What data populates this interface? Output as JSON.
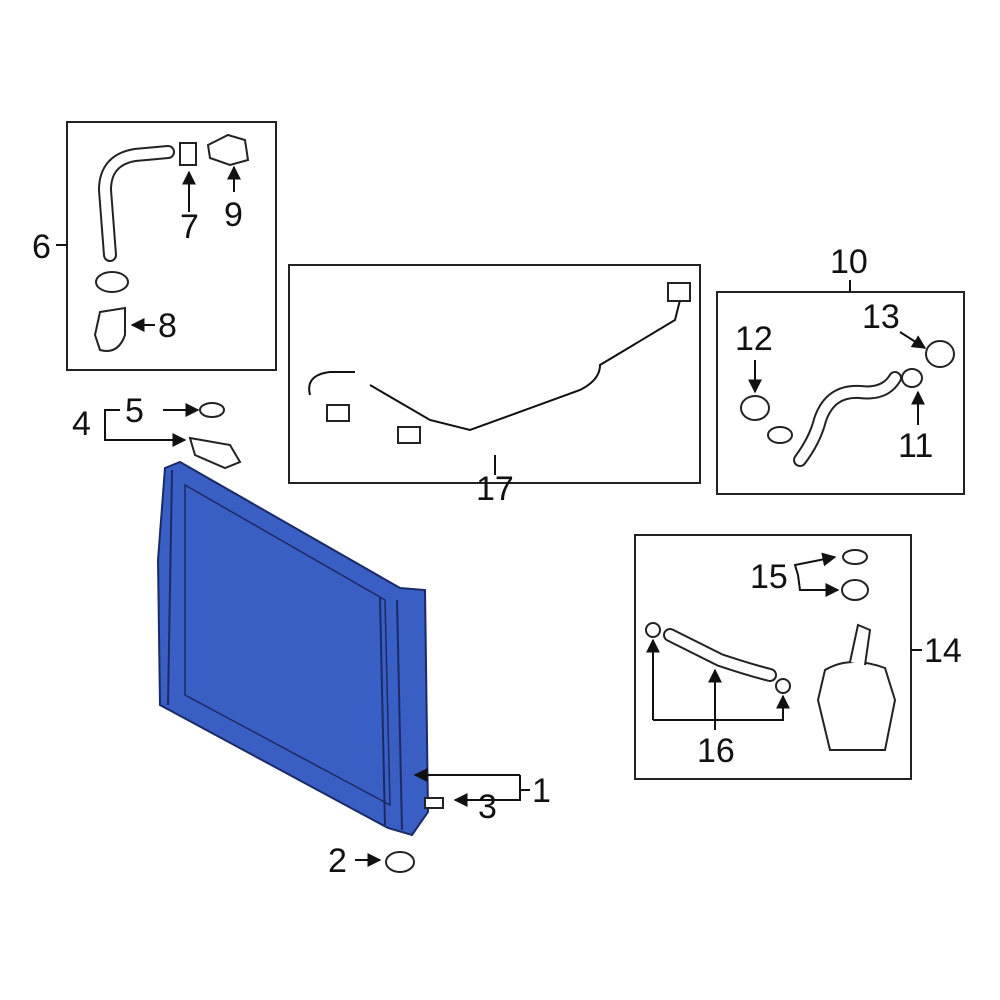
{
  "diagram": {
    "highlight_color": "#3A5FC4",
    "callouts": {
      "c1": "1",
      "c2": "2",
      "c3": "3",
      "c4": "4",
      "c5": "5",
      "c6": "6",
      "c7": "7",
      "c8": "8",
      "c9": "9",
      "c10": "10",
      "c11": "11",
      "c12": "12",
      "c13": "13",
      "c14": "14",
      "c15": "15",
      "c16": "16",
      "c17": "17"
    }
  }
}
